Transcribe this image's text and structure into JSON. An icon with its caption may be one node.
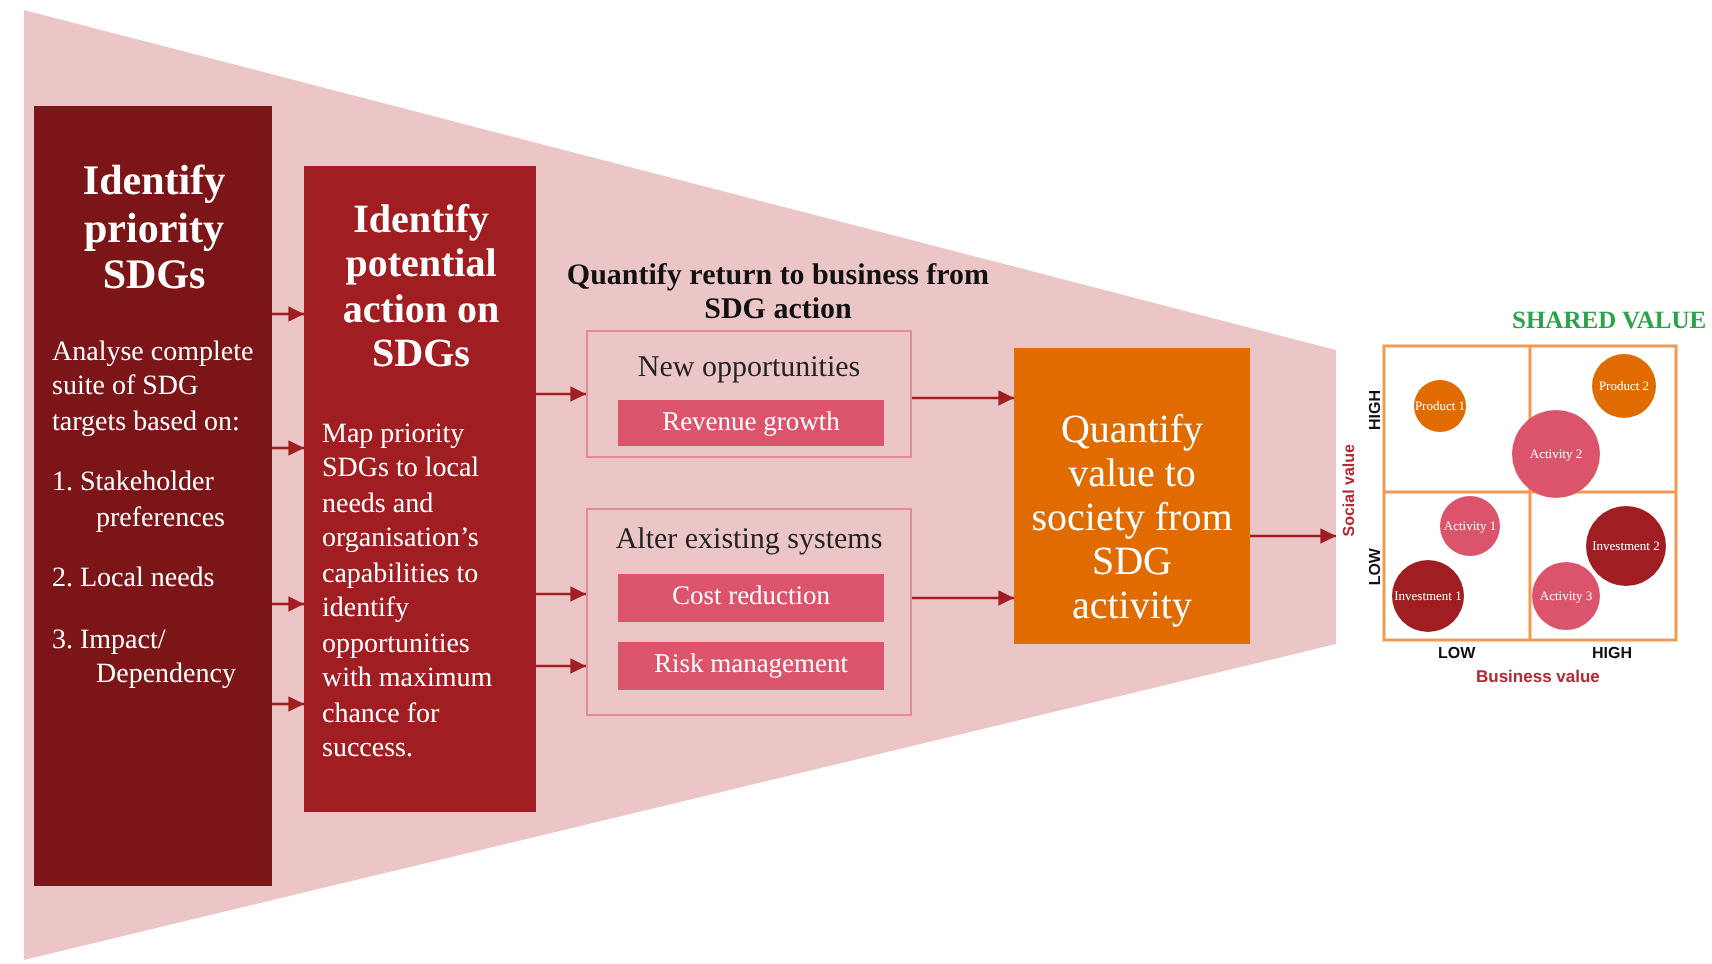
{
  "diagram": {
    "nodes": [
      {
        "text": [
          "Identify priority SDGs",
          "Analyse complete suite of SDG targets based on:",
          "1. Stakeholder preferences",
          "2. Local needs",
          "3. Impact/ Dependency"
        ]
      },
      {
        "text": [
          "Identify potential action on SDGs",
          "Map priority SDGs to local needs and organisation’s capabilities to identify opportunities with maximum chance for success."
        ]
      },
      {
        "text": [
          "New opportunities"
        ]
      },
      {
        "text": [
          "Revenue growth"
        ],
        "in": 2
      },
      {
        "text": [
          "Alter existing systems"
        ]
      },
      {
        "text": [
          "Cost reduction"
        ],
        "in": 4
      },
      {
        "text": [
          "Risk management"
        ],
        "in": 4
      },
      {
        "text": [
          "Quantify value to society from SDG activity"
        ]
      },
      {
        "text": [
          "SHARED VALUE"
        ]
      },
      {
        "text": [
          "Product 1"
        ],
        "in": 8
      },
      {
        "text": [
          "Product 2"
        ],
        "in": 8
      },
      {
        "text": [
          "Activity 2"
        ],
        "in": 8
      },
      {
        "text": [
          "Activity 1"
        ],
        "in": 8
      },
      {
        "text": [
          "Investment 2"
        ],
        "in": 8
      },
      {
        "text": [
          "Investment 1"
        ],
        "in": 8
      },
      {
        "text": [
          "Activity 3"
        ],
        "in": 8
      }
    ],
    "edges": [
      {
        "from": 0,
        "to": 1,
        "arrow": "to"
      },
      {
        "from": 0,
        "to": 1,
        "arrow": "to"
      },
      {
        "from": 0,
        "to": 1,
        "arrow": "to"
      },
      {
        "from": 0,
        "to": 1,
        "arrow": "to"
      },
      {
        "from": 1,
        "to": 2,
        "arrow": "to"
      },
      {
        "from": 1,
        "to": 4,
        "arrow": "to"
      },
      {
        "from": 1,
        "to": 4,
        "arrow": "to"
      },
      {
        "from": 2,
        "to": 7,
        "arrow": "to"
      },
      {
        "from": 4,
        "to": 7,
        "arrow": "to"
      },
      {
        "from": 7,
        "to": 8,
        "arrow": "to"
      }
    ],
    "labels": [
      "Quantify return to business from SDG action",
      "HIGH",
      "LOW",
      "Social value",
      "LOW",
      "HIGH",
      "Business value"
    ]
  }
}
